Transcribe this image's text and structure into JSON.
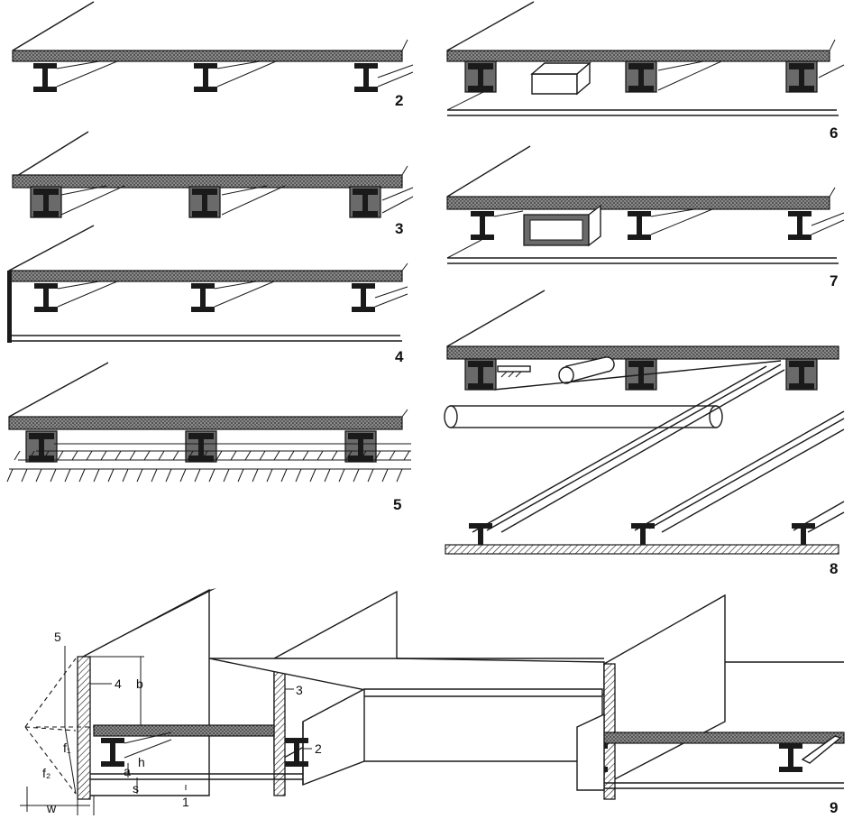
{
  "figure_numbers": [
    "2",
    "3",
    "4",
    "5",
    "6",
    "7",
    "8",
    "9"
  ],
  "detail_labels": {
    "five": "5",
    "four": "4",
    "three": "3",
    "two": "2",
    "one": "1",
    "b": "b",
    "f1": "f₁",
    "f2": "f₂",
    "h": "h",
    "a": "a",
    "s": "s",
    "w": "w"
  },
  "colors": {
    "line": "#1a1a1a",
    "slab_fill": "#5a5a5a",
    "background": "#ffffff"
  }
}
